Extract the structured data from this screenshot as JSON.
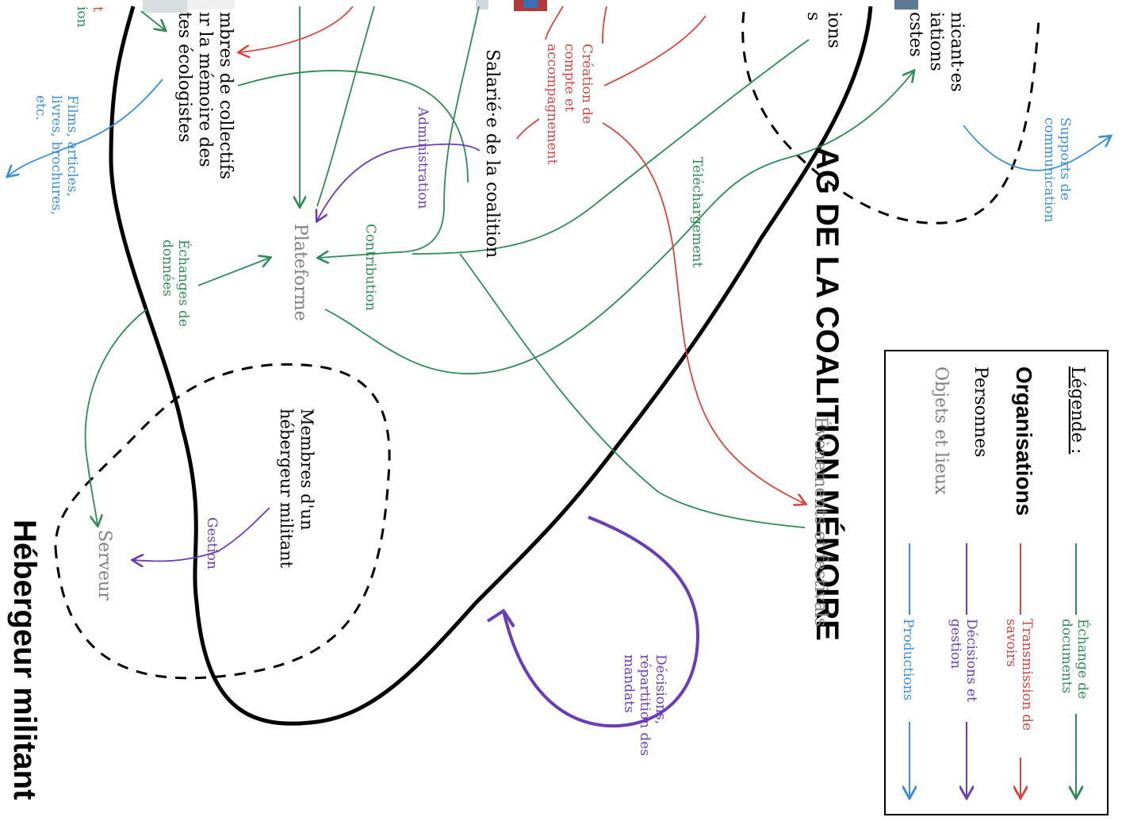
{
  "colors": {
    "green": "#2e8b57",
    "red": "#d64541",
    "purple": "#6a3cb5",
    "blue": "#3a8fd8",
    "gray": "#808080",
    "black": "#000000"
  },
  "organizations": {
    "ag_title": "AG DE LA COALITION MÉMOIRE",
    "hebergeur": "Hébergeur militant"
  },
  "people": {
    "salarie": "Salarié·e de la coalition",
    "membres_collectifs": [
      "mbres de collectifs",
      "ır la mémoire des",
      "tes écologistes"
    ],
    "membres_hebergeur": [
      "Membres d'un",
      "hébergeur militant"
    ],
    "partial_top": [
      "ions",
      "s"
    ],
    "partial_right": [
      "nicant·es",
      "iations",
      "cstes"
    ]
  },
  "objects": {
    "plateforme": "Plateforme",
    "serveur": "Serveur",
    "evenements": "Évènements et festivals"
  },
  "relations": {
    "creation": [
      "Création de",
      "compte et",
      "accompagnement"
    ],
    "administration": "Administration",
    "contribution": "Contribution",
    "telechargement": "Téléchargement",
    "echanges_donnees": [
      "Échanges de",
      "données"
    ],
    "gestion": "Gestion",
    "decisions": [
      "Décisions,",
      "répartition des",
      "mandats"
    ],
    "films": [
      "Films, articles,",
      "livres, brochures,",
      "etc."
    ],
    "supports": [
      "Supports de",
      "communication"
    ],
    "partial_left": [
      "t",
      "ion"
    ]
  },
  "legend": {
    "title": "Légende :",
    "organisations": "Organisations",
    "personnes": "Personnes",
    "objets": "Objets et lieux",
    "items": [
      {
        "label": [
          "Échange de",
          "documents"
        ],
        "color": "green"
      },
      {
        "label": [
          "Transmission de",
          "savoirs"
        ],
        "color": "red"
      },
      {
        "label": [
          "Décisions et",
          "gestion"
        ],
        "color": "purple"
      },
      {
        "label": [
          "Productions"
        ],
        "color": "blue"
      }
    ]
  }
}
